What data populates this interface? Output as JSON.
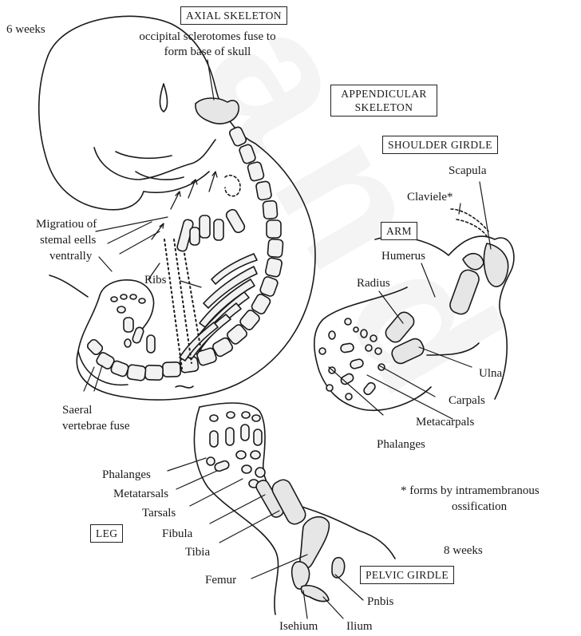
{
  "stage_early": "6 weeks",
  "stage_late": "8 weeks",
  "watermark": "and",
  "boxes": {
    "axial": "AXIAL SKELETON",
    "appendicular_line1": "APPENDICULAR",
    "appendicular_line2": "SKELETON",
    "shoulder": "SHOULDER GIRDLE",
    "arm": "ARM",
    "leg": "LEG",
    "pelvic": "PELVIC GIRDLE"
  },
  "axial_labels": {
    "occipital_line1": "occipital sclerotomes fuse to",
    "occipital_line2": "form base of skull",
    "migration_line1": "Migratiou of",
    "migration_line2": "stemal eells",
    "migration_line3": "ventrally",
    "ribs": "Ribs",
    "sacral_line1": "Saeral",
    "sacral_line2": "vertebrae fuse"
  },
  "arm_labels": {
    "scapula": "Scapula",
    "clavicle": "Claviele*",
    "humerus": "Humerus",
    "radius": "Radius",
    "ulna": "Ulna",
    "carpals": "Carpals",
    "metacarpals": "Metacarpals",
    "phalanges": "Phalanges"
  },
  "leg_labels": {
    "phalanges": "Phalanges",
    "metatarsals": "Metatarsals",
    "tarsals": "Tarsals",
    "fibula": "Fibula",
    "tibia": "Tibia",
    "femur": "Femur",
    "pubis": "Pnbis",
    "ischium": "Isehium",
    "ilium": "Ilium"
  },
  "footnote_line1": "* forms by intramembranous",
  "footnote_line2": "ossification"
}
